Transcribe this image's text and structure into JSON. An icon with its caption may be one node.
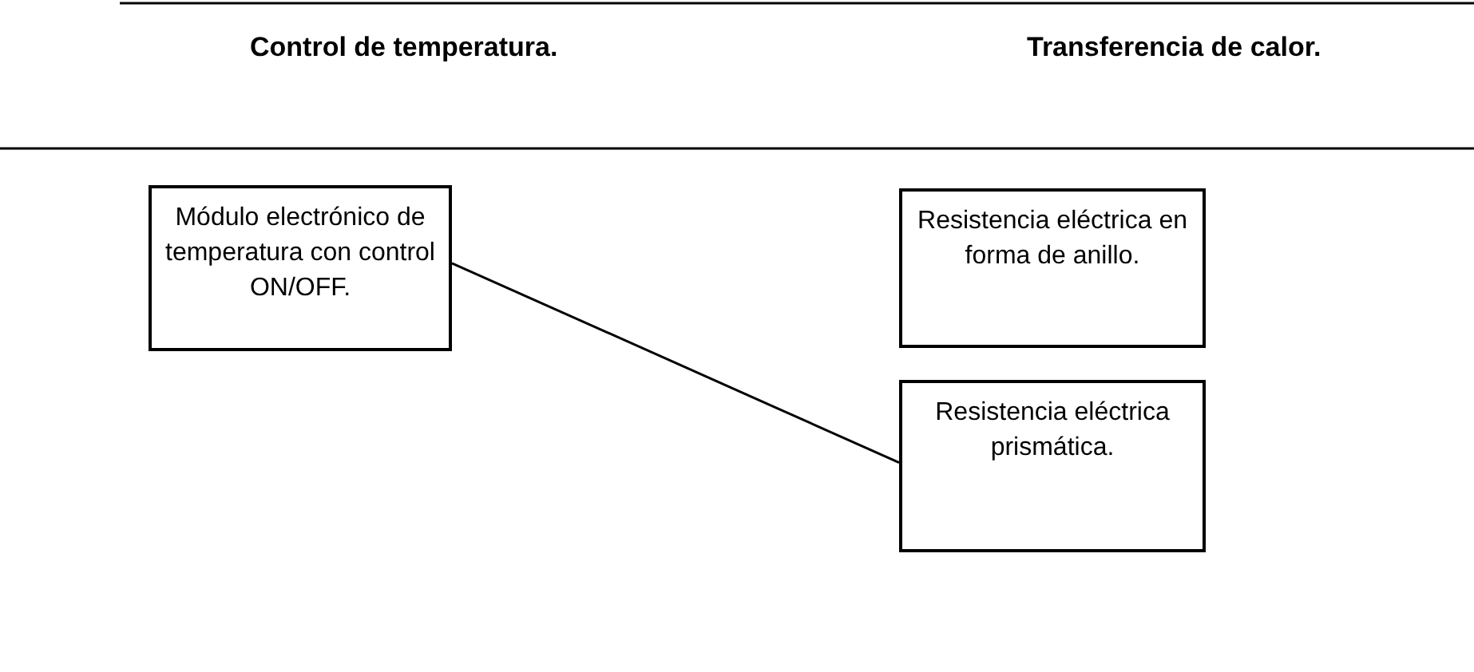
{
  "diagram": {
    "nodes": [
      {
        "text": [
          "Módulo electrónico de temperatura con control ON/OFF."
        ]
      },
      {
        "text": [
          "Resistencia eléctrica en forma de anillo."
        ]
      },
      {
        "text": [
          "Resistencia eléctrica prismática."
        ]
      }
    ],
    "edges": [
      {
        "from": 0,
        "to": 2,
        "arrow": "none"
      }
    ],
    "labels": [
      "Control de temperatura.",
      "Transferencia de calor."
    ]
  }
}
